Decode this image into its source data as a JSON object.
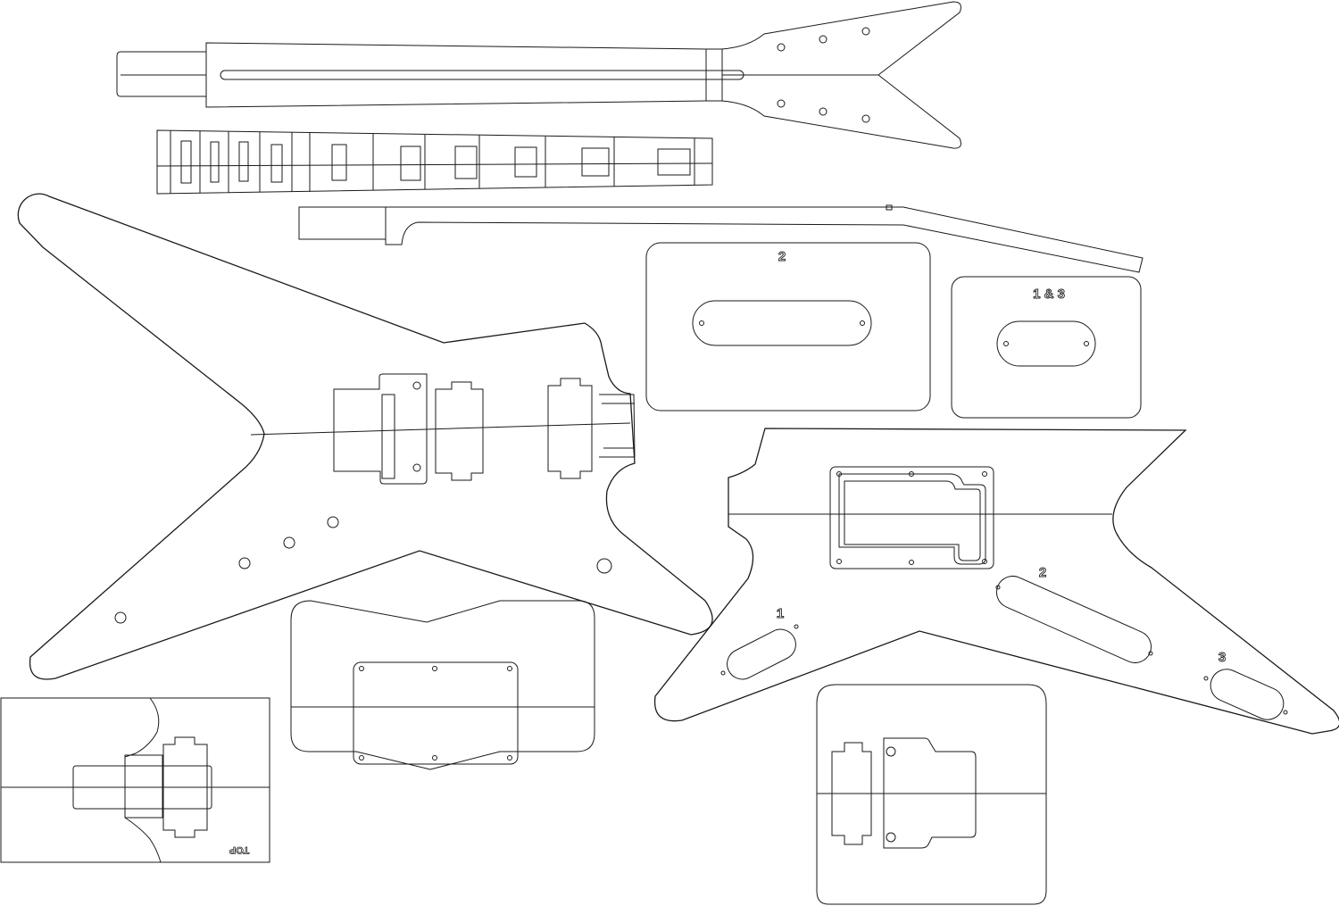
{
  "template": {
    "labels": {
      "cavity_cover_2": "2",
      "cavity_cover_1_and_3": "1 & 3",
      "pickguard_pickup_1": "1",
      "pickguard_pickup_2": "2",
      "pickguard_pickup_3": "3",
      "route_top_mark": "TOP"
    },
    "colors": {
      "line": "#1a1a1a",
      "background": "#ffffff"
    }
  }
}
